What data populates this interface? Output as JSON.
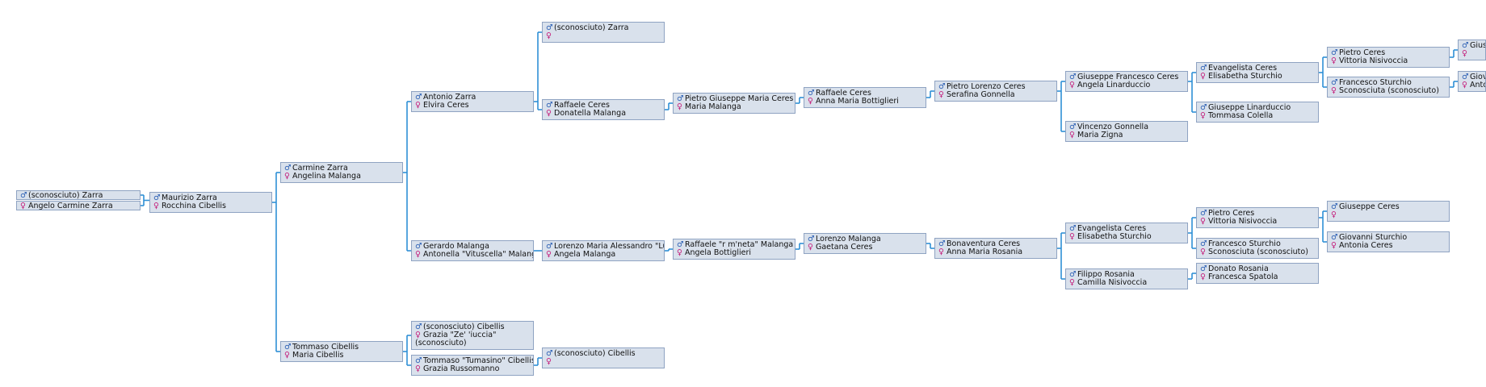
{
  "symbols": {
    "male": "♂",
    "female": "♀"
  },
  "colors": {
    "connector": "#2f8fd6",
    "box_fill": "#d9e1ec",
    "box_border": "#8fa3c2",
    "male": "#2f62b5",
    "female": "#c41c7a"
  },
  "nodes": [
    {
      "id": "root-father",
      "male": "(sconosciuto) Zarra",
      "female": ""
    },
    {
      "id": "root-child",
      "female_only": "Angelo Carmine Zarra"
    },
    {
      "id": "g1",
      "male": "Maurizio Zarra",
      "female": "Rocchina Cibellis"
    },
    {
      "id": "g2a",
      "male": "Carmine Zarra",
      "female": "Angelina Malanga"
    },
    {
      "id": "g2b",
      "male": "Tommaso Cibellis",
      "female": "Maria Cibellis"
    },
    {
      "id": "g3a",
      "male": "Antonio Zarra",
      "female": "Elvira Ceres"
    },
    {
      "id": "g3b",
      "male": "Gerardo Malanga",
      "female": "Antonella \"Vituscella\" Malanga"
    },
    {
      "id": "g3c",
      "male": "(sconosciuto) Cibellis",
      "female": "Grazia \"Ze' 'iuccia\" (sconosciuto)"
    },
    {
      "id": "g3d",
      "male": "Tommaso \"Tumasino\" Cibellis",
      "female": "Grazia Russomanno"
    },
    {
      "id": "g4a",
      "male": "(sconosciuto) Zarra",
      "female": ""
    },
    {
      "id": "g4b",
      "male": "Raffaele Ceres",
      "female": "Donatella Malanga"
    },
    {
      "id": "g4c",
      "male": "Lorenzo Maria Alessandro \"Lu Fabbricatore\" Malanga",
      "female": "Angela Malanga"
    },
    {
      "id": "g4d",
      "male": "(sconosciuto) Cibellis",
      "female": ""
    },
    {
      "id": "g5a",
      "male": "Pietro Giuseppe Maria Ceres",
      "female": "Maria Malanga"
    },
    {
      "id": "g5b",
      "male": "Raffaele \"r m'neta\" Malanga",
      "female": "Angela Bottiglieri"
    },
    {
      "id": "g6a",
      "male": "Raffaele Ceres",
      "female": "Anna Maria Bottiglieri"
    },
    {
      "id": "g6b",
      "male": "Lorenzo Malanga",
      "female": "Gaetana Ceres"
    },
    {
      "id": "g7a",
      "male": "Pietro Lorenzo Ceres",
      "female": "Serafina Gonnella"
    },
    {
      "id": "g7b",
      "male": "Bonaventura Ceres",
      "female": "Anna Maria Rosania"
    },
    {
      "id": "g8a",
      "male": "Giuseppe Francesco Ceres",
      "female": "Angela Linarduccio"
    },
    {
      "id": "g8b",
      "male": "Vincenzo Gonnella",
      "female": "Maria Zigna"
    },
    {
      "id": "g8c",
      "male": "Evangelista Ceres",
      "female": "Elisabetha Sturchio"
    },
    {
      "id": "g8d",
      "male": "Filippo Rosania",
      "female": "Camilla Nisivoccia"
    },
    {
      "id": "g9a",
      "male": "Evangelista Ceres",
      "female": "Elisabetha Sturchio"
    },
    {
      "id": "g9b",
      "male": "Giuseppe Linarduccio",
      "female": "Tommasa Colella"
    },
    {
      "id": "g9c",
      "male": "Pietro Ceres",
      "female": "Vittoria Nisivoccia"
    },
    {
      "id": "g9d",
      "male": "Francesco Sturchio",
      "female": "Sconosciuta (sconosciuto)"
    },
    {
      "id": "g9e",
      "male": "Donato Rosania",
      "female": "Francesca Spatola"
    },
    {
      "id": "g10a",
      "male": "Pietro Ceres",
      "female": "Vittoria Nisivoccia"
    },
    {
      "id": "g10b",
      "male": "Francesco Sturchio",
      "female": "Sconosciuta (sconosciuto)"
    },
    {
      "id": "g10c",
      "male": "Giuseppe Ceres",
      "female": ""
    },
    {
      "id": "g10d",
      "male": "Giovanni Sturchio",
      "female": "Antonia Ceres"
    },
    {
      "id": "g11a",
      "male": "Gius",
      "female": ""
    },
    {
      "id": "g11b",
      "male": "Giov",
      "female": "Anto"
    }
  ]
}
